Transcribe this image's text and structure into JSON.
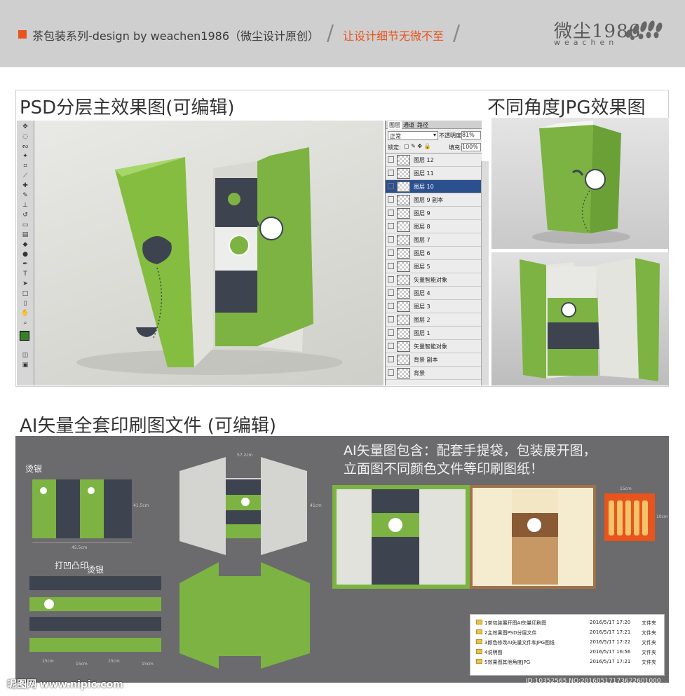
{
  "header": {
    "title": "茶包装系列-design by weachen1986（微尘设计原创）",
    "slogan": "让设计细节无微不至",
    "logo_text": "微尘1986",
    "logo_sub": "weachen"
  },
  "sections": {
    "psd_title": "PSD分层主效果图(可编辑)",
    "jpg_title": "不同角度JPG效果图",
    "ai_title": "AI矢量全套印刷图文件 (可编辑)",
    "ai_note_line1": "AI矢量图包含：配套手提袋，包装展开图，",
    "ai_note_line2": "立面图不同颜色文件等印刷图纸！"
  },
  "layers_panel": {
    "tabs": [
      "图层",
      "通道",
      "路径"
    ],
    "blend_mode": "正常",
    "opacity_label": "不透明度:",
    "opacity_value": "81%",
    "lock_label": "锁定:",
    "fill_label": "填充:",
    "fill_value": "100%",
    "layers": [
      {
        "name": "图层 12",
        "selected": false
      },
      {
        "name": "图层 11",
        "selected": false
      },
      {
        "name": "图层 10",
        "selected": true
      },
      {
        "name": "图层 9 副本",
        "selected": false
      },
      {
        "name": "图层 9",
        "selected": false
      },
      {
        "name": "图层 8",
        "selected": false
      },
      {
        "name": "图层 7",
        "selected": false
      },
      {
        "name": "图层 6",
        "selected": false
      },
      {
        "name": "图层 5",
        "selected": false
      },
      {
        "name": "矢量智能对象",
        "selected": false
      },
      {
        "name": "图层 4",
        "selected": false
      },
      {
        "name": "图层 3",
        "selected": false
      },
      {
        "name": "图层 2",
        "selected": false
      },
      {
        "name": "图层 1",
        "selected": false
      },
      {
        "name": "矢量智能对象",
        "selected": false
      },
      {
        "name": "背景 副本",
        "selected": false
      },
      {
        "name": "背景",
        "selected": false
      }
    ]
  },
  "ai_annotations": {
    "silver_1": "烫银",
    "emboss": "打凹凸印",
    "silver_2": "烫银",
    "dim_width_1": "45.5cm",
    "dim_height_1": "41.5cm",
    "dim_width_2": "57.2cm",
    "dim_height_2": "41cm",
    "dim_small": "15cm",
    "dim_small_h": "10cm",
    "dim_segments": [
      "15cm",
      "15cm",
      "15cm",
      "15cm"
    ]
  },
  "files": [
    {
      "name": "1茶包装展开图AI矢量印刷图",
      "date": "2016/5/17 17:20",
      "type": "文件夹"
    },
    {
      "name": "2主效果图PSD分层文件",
      "date": "2016/5/17 17:21",
      "type": "文件夹"
    },
    {
      "name": "3颜色修改AI矢量文件和JPG图纸",
      "date": "2016/5/17 17:22",
      "type": "文件夹"
    },
    {
      "name": "4说明图",
      "date": "2016/5/17 16:56",
      "type": "文件夹"
    },
    {
      "name": "5效果图其他角度JPG",
      "date": "2016/5/17 17:21",
      "type": "文件夹"
    }
  ],
  "watermark": {
    "left": "昵图网 www.nipic.com",
    "right": "ID:10352565 NO:20160517173622601000"
  },
  "colors": {
    "header_bg": "#cfcfcf",
    "accent_orange": "#e8541e",
    "box_green": "#7cb342",
    "box_dark": "#3d4450",
    "ai_panel_bg": "#6b6a6c",
    "kraft_brown": "#a0724a"
  }
}
